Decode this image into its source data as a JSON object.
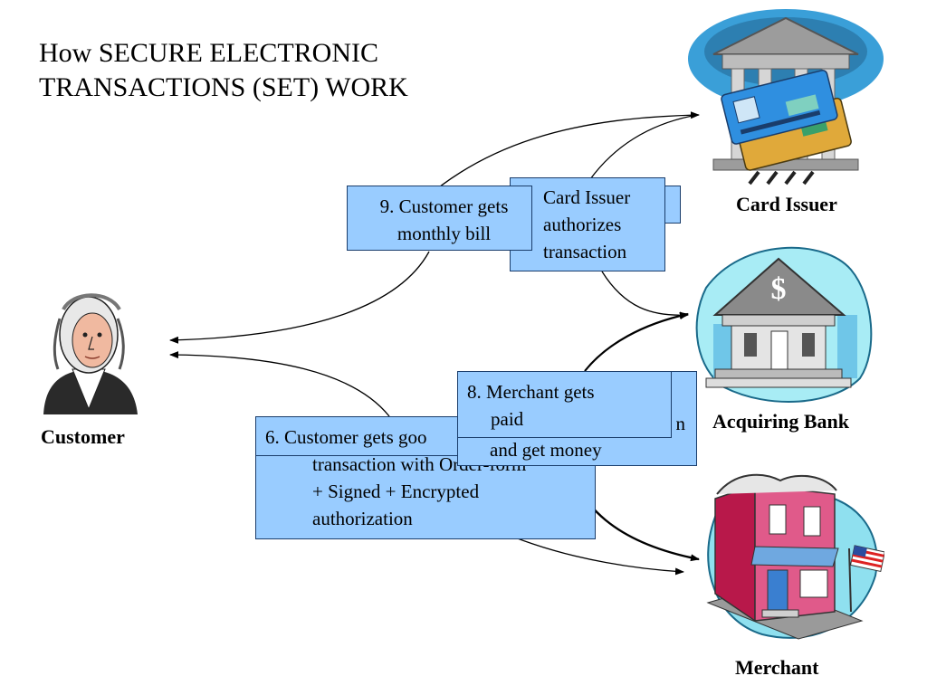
{
  "title_line1": "How SECURE ELECTRONIC",
  "title_line2": "TRANSACTIONS (SET) WORK",
  "parties": {
    "customer": "Customer",
    "card_issuer": "Card Issuer",
    "acquiring_bank": "Acquiring Bank",
    "merchant": "Merchant"
  },
  "steps": {
    "step9": [
      "9. Customer gets",
      "monthly bill"
    ],
    "step_card_issuer_front": [
      "Card Issuer",
      "authorizes",
      "transaction"
    ],
    "step_card_issuer_back_number": ". ",
    "step8": [
      "8. Merchant gets",
      "paid",
      "and get money"
    ],
    "step_back_fragment": "n",
    "step6": [
      "6. Customer gets goo",
      "transaction with Order-form",
      "+ Signed + Encrypted",
      "authorization"
    ]
  },
  "colors": {
    "box_fill": "#99ccff",
    "box_border": "#1a3d6b",
    "arrow": "#000000"
  },
  "icons": {
    "customer": "george-washington-portrait-icon",
    "card_issuer": "bank-with-credit-cards-icon",
    "acquiring_bank": "bank-dollar-building-icon",
    "merchant": "storefront-with-flag-icon"
  }
}
